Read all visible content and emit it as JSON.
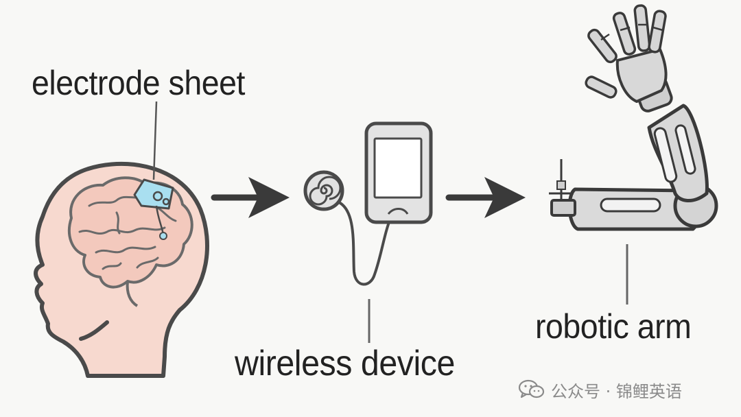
{
  "labels": {
    "electrode_sheet": "electrode sheet",
    "wireless_device": "wireless device",
    "robotic_arm": "robotic arm"
  },
  "watermark": {
    "text": "公众号 · 锦鲤英语",
    "icon": "wechat-icon"
  },
  "colors": {
    "background": "#f8f8f6",
    "head_fill": "#f7d9cf",
    "outline": "#4a4a4a",
    "electrode": "#a9dff0",
    "arrow": "#3a3a3a",
    "device": "#e3e3e3",
    "arm_metal": "#d8d8d8"
  }
}
